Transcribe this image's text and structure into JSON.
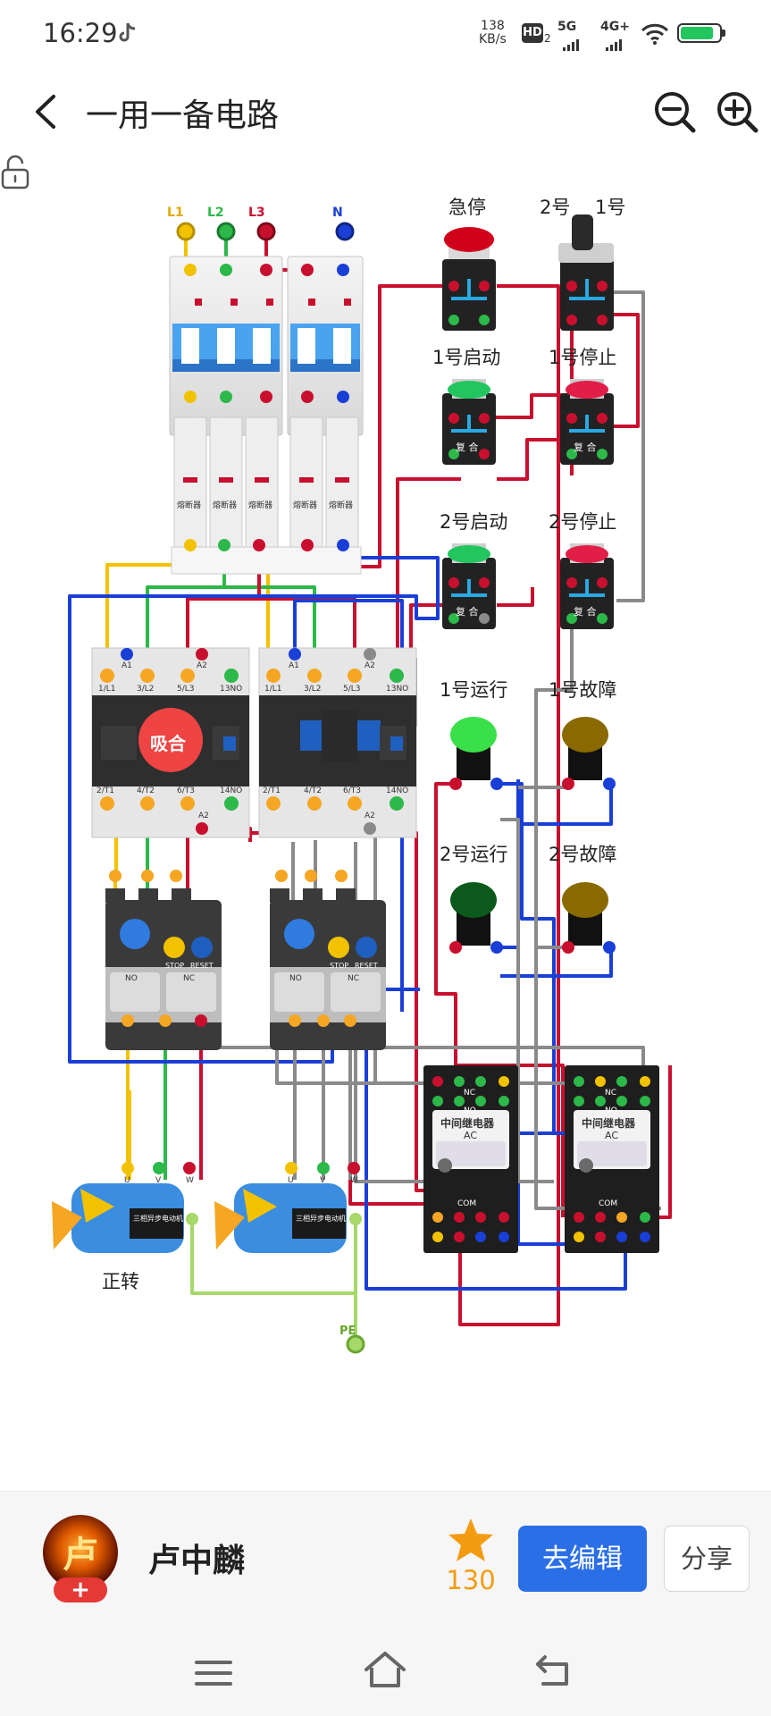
{
  "status_bar": {
    "time": "16:29",
    "net_rate_value": "138",
    "net_rate_unit": "KB/s",
    "hd_label": "HD",
    "hd_sub": "2",
    "signal_1": "5G",
    "signal_2": "4G+"
  },
  "header": {
    "title": "一用一备电路"
  },
  "diagram": {
    "terminals": {
      "l1": "L1",
      "l2": "L2",
      "l3": "L3",
      "n": "N",
      "pe": "PE"
    },
    "fuse_label": "熔断器",
    "buttons": {
      "estop": "急停",
      "selector_2": "2号",
      "selector_1": "1号",
      "start_1": "1号启动",
      "stop_1": "1号停止",
      "start_2": "2号启动",
      "stop_2": "2号停止"
    },
    "lamps": {
      "run_1": "1号运行",
      "fault_1": "1号故障",
      "run_2": "2号运行",
      "fault_2": "2号故障"
    },
    "button_face": "复 合",
    "contactor_pins_top": [
      "A1",
      "1/L1",
      "3/L2",
      "5/L3",
      "A2",
      "13NO"
    ],
    "contactor_pins_bottom": [
      "2/T1",
      "4/T2",
      "6/T3",
      "14NO",
      "A2"
    ],
    "engaged_label": "吸合",
    "overload": {
      "stop": "STOP",
      "reset": "RESET",
      "nc": "NC",
      "no": "NO"
    },
    "relay": {
      "title": "中间继电器",
      "ac": "AC",
      "nc": "NC",
      "no": "NO",
      "com": "COM"
    },
    "motor": {
      "label": "三相异步电动机",
      "u": "U",
      "v": "V",
      "w": "W"
    },
    "forward_label": "正转"
  },
  "user": {
    "name": "卢中麟",
    "avatar_char": "卢",
    "add_label": "+",
    "star_count": "130"
  },
  "actions": {
    "edit": "去编辑",
    "share": "分享"
  },
  "colors": {
    "accent": "#2b6fe6",
    "star": "#f39c12",
    "wire_red": "#c8102e",
    "wire_blue": "#1a3fd6",
    "wire_yellow": "#f2c200",
    "wire_green": "#2db84a",
    "wire_gray": "#8a8a8a"
  }
}
